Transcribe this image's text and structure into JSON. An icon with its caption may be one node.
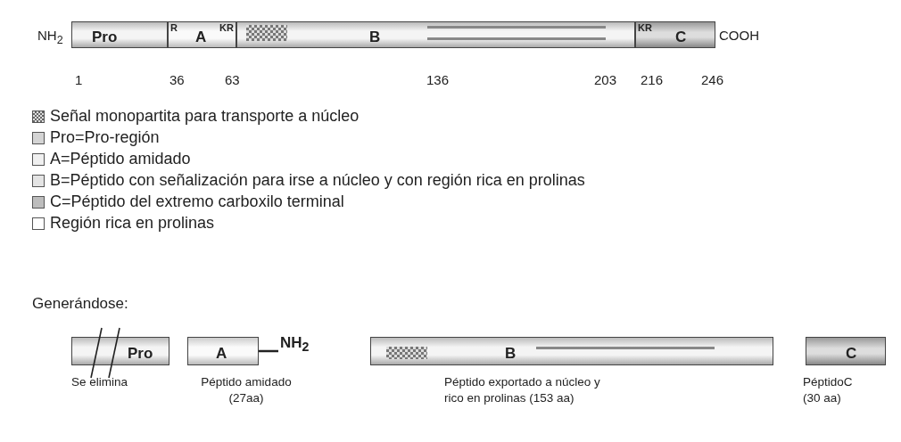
{
  "diagram": {
    "nodes": [
      {
        "text": [
          "Pro"
        ]
      },
      {
        "text": [
          "R",
          "A",
          "KR"
        ]
      },
      {
        "text": [
          "B"
        ]
      },
      {
        "text": [],
        "shape": "box",
        "in": 2
      },
      {
        "text": [],
        "shape": "bar",
        "in": 2
      },
      {
        "text": [
          "KR",
          "C"
        ]
      },
      {
        "text": [
          "Pro"
        ],
        "beside": [
          "Se elimina"
        ]
      },
      {
        "text": [
          "A"
        ],
        "beside": [
          "Péptido amidado (27aa)"
        ]
      },
      {
        "text": [
          "NH$_{2}$"
        ]
      },
      {
        "text": [
          "B"
        ],
        "beside": [
          "Péptido exportado a núcleo y rico en prolinas (153 aa)"
        ]
      },
      {
        "text": [],
        "shape": "box",
        "in": 9
      },
      {
        "text": [],
        "shape": "bar",
        "in": 9
      },
      {
        "text": [
          "C"
        ],
        "beside": [
          "PéptidoC (30 aa)"
        ]
      }
    ],
    "edges": [
      {
        "from": 7,
        "to": 8,
        "arrow": "none"
      }
    ],
    "labels": [
      "NH$_{2}$",
      "COOH",
      "1",
      "36",
      "63",
      "136",
      "203",
      "216",
      "246",
      "Generándose:"
    ],
    "legend": [
      {
        "text": "Señal monopartita para transporte a núcleo"
      },
      {
        "text": "Pro=Pro-región",
        "color": "#d4d4d4"
      },
      {
        "text": "A=Péptido amidado",
        "color": "#f0f0f0"
      },
      {
        "text": "B=Péptido con señalización para irse a núcleo y con región rica en prolinas",
        "color": "#e4e4e4"
      },
      {
        "text": "C=Péptido del extremo carboxilo terminal",
        "color": "#bdbdbd"
      },
      {
        "text": "Región rica en prolinas",
        "color": "#ffffff"
      }
    ]
  }
}
